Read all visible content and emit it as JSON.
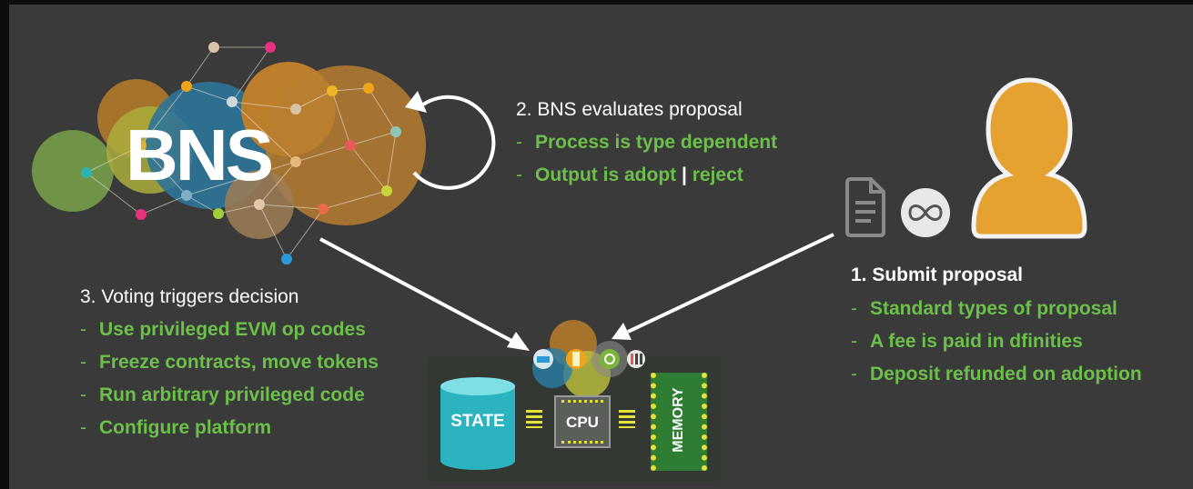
{
  "logo": {
    "text": "BNS"
  },
  "step2": {
    "title": "2. BNS evaluates proposal",
    "bullets": [
      "Process is type dependent"
    ],
    "output_prefix": "Output is adopt",
    "output_sep": "|",
    "output_suffix": "reject"
  },
  "step3": {
    "title": "3. Voting triggers decision",
    "bullets": [
      "Use privileged EVM op codes",
      "Freeze contracts, move tokens",
      "Run arbitrary privileged code",
      "Configure platform"
    ]
  },
  "step1": {
    "title": "1. Submit proposal",
    "bullets": [
      "Standard types of proposal",
      "A fee is paid in dfinities",
      "Deposit refunded on adoption"
    ]
  },
  "computer": {
    "state_label": "STATE",
    "cpu_label": "CPU",
    "memory_label": "MEMORY"
  },
  "icons": [
    "document-icon",
    "infinity-icon",
    "person-icon",
    "cycle-arrow-icon"
  ],
  "colors": {
    "background": "#3a3a3a",
    "accent_green": "#6cc04a",
    "person_orange": "#e6a231",
    "state_teal": "#2bb3c0",
    "memory_green": "#2e7d32"
  }
}
